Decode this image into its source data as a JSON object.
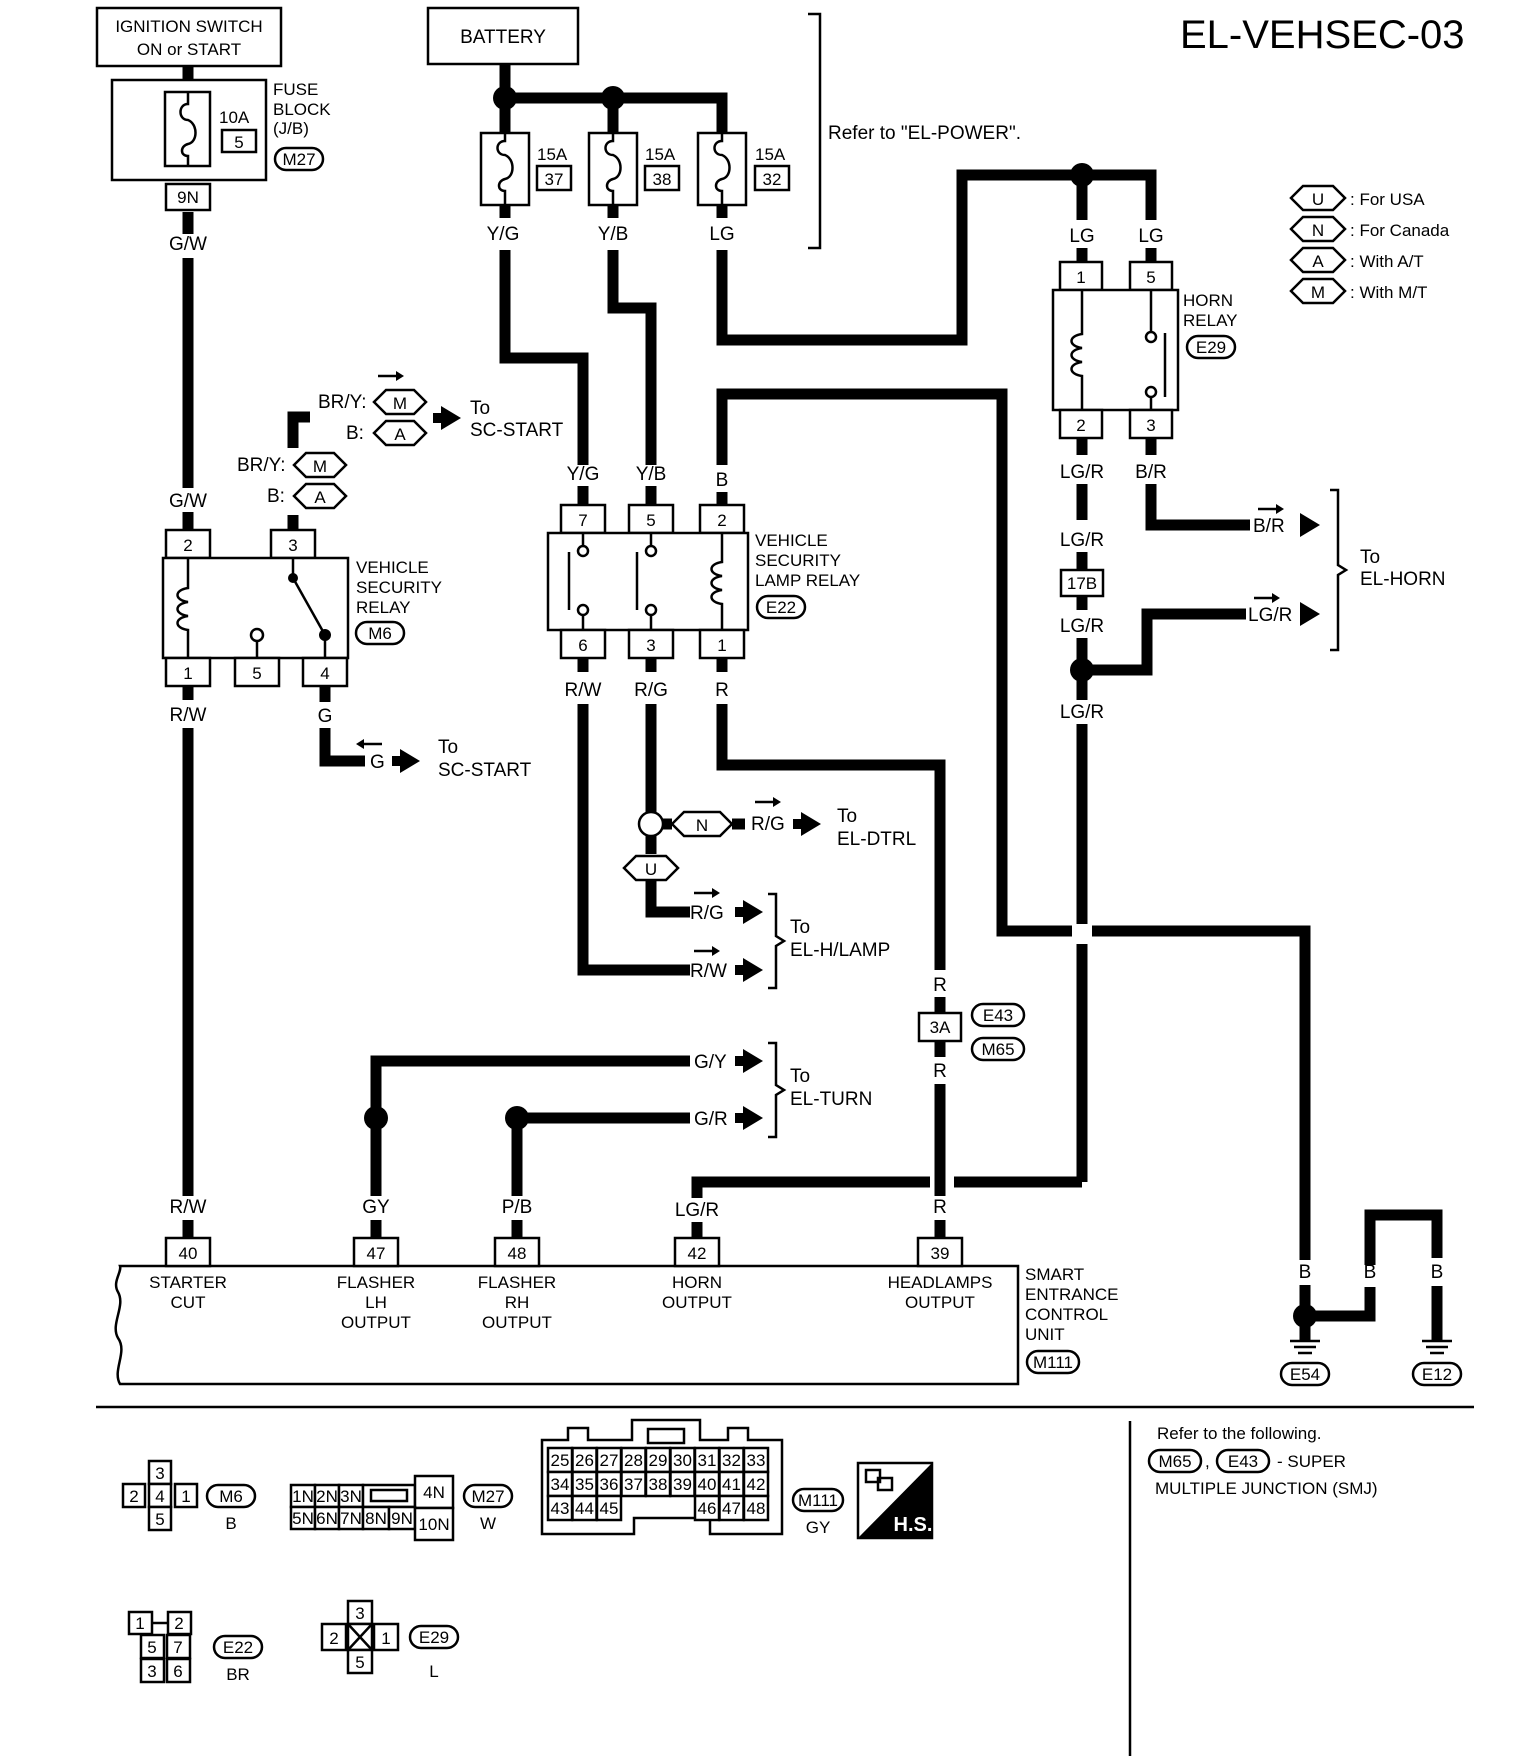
{
  "title": "EL-VEHSEC-03",
  "ignition": "IGNITION SWITCH ON or START",
  "ignition_lines": [
    "IGNITION SWITCH",
    "ON or START"
  ],
  "battery": "BATTERY",
  "fuse_block": {
    "lines": [
      "FUSE",
      "BLOCK",
      "(J/B)"
    ],
    "connector": "M27",
    "fuse_rating": "10A",
    "fuse_no": "5",
    "terminal": "9N"
  },
  "fuses": [
    {
      "rating": "15A",
      "no": "37",
      "wire": "Y/G"
    },
    {
      "rating": "15A",
      "no": "38",
      "wire": "Y/B"
    },
    {
      "rating": "15A",
      "no": "32",
      "wire": "LG"
    }
  ],
  "refer_power": "Refer to \"EL-POWER\".",
  "legend": [
    {
      "code": "U",
      "desc": ": For USA"
    },
    {
      "code": "N",
      "desc": ": For Canada"
    },
    {
      "code": "A",
      "desc": ": With A/T"
    },
    {
      "code": "M",
      "desc": ": With M/T"
    }
  ],
  "horn_relay": {
    "lines": [
      "HORN",
      "RELAY"
    ],
    "connector": "E29",
    "pins": [
      "1",
      "5",
      "2",
      "3"
    ],
    "wires_in": [
      "LG",
      "LG"
    ],
    "wires_out": [
      "LG/R",
      "B/R"
    ]
  },
  "vehicle_security_relay": {
    "lines": [
      "VEHICLE",
      "SECURITY",
      "RELAY"
    ],
    "connector": "M6",
    "pins": [
      "2",
      "3",
      "1",
      "5",
      "4"
    ],
    "wire_in": "G/W",
    "wire_out": "R/W",
    "wire_g": "G"
  },
  "lamp_relay": {
    "lines": [
      "VEHICLE",
      "SECURITY",
      "LAMP RELAY"
    ],
    "connector": "E22",
    "pins_top": [
      "7",
      "5",
      "2"
    ],
    "pins_bottom": [
      "6",
      "3",
      "1"
    ],
    "wires_top": [
      "Y/G",
      "Y/B",
      "B"
    ],
    "wires_bottom": [
      "R/W",
      "R/G",
      "R"
    ]
  },
  "labels": {
    "gw": "G/W",
    "bry": "BR/Y:",
    "b": "B:",
    "m": "M",
    "a": "A",
    "u": "U",
    "n": "N",
    "to": "To",
    "sc_start": "SC-START",
    "g": "G",
    "rg": "R/G",
    "rw": "R/W",
    "el_dtrl": "EL-DTRL",
    "el_hlamp": "EL-H/LAMP",
    "el_turn": "EL-TURN",
    "el_horn": "EL-HORN",
    "gy_wire": "G/Y",
    "gr_wire": "G/R",
    "br_wire": "B/R",
    "lgr_wire": "LG/R",
    "lgr": "LG/R",
    "r": "R",
    "bw": "B",
    "j17b": "17B",
    "j3a": "3A",
    "e43": "E43",
    "m65": "M65"
  },
  "secu": {
    "lines": [
      "SMART",
      "ENTRANCE",
      "CONTROL",
      "UNIT"
    ],
    "connector": "M111",
    "terminals": [
      {
        "pin": "40",
        "wire": "R/W",
        "lines": [
          "STARTER",
          "CUT"
        ]
      },
      {
        "pin": "47",
        "wire": "GY",
        "lines": [
          "FLASHER",
          "LH",
          "OUTPUT"
        ]
      },
      {
        "pin": "48",
        "wire": "P/B",
        "lines": [
          "FLASHER",
          "RH",
          "OUTPUT"
        ]
      },
      {
        "pin": "42",
        "wire": "LG/R",
        "lines": [
          "HORN",
          "OUTPUT"
        ]
      },
      {
        "pin": "39",
        "wire": "R",
        "lines": [
          "HEADLAMPS",
          "OUTPUT"
        ]
      }
    ]
  },
  "grounds": [
    "E54",
    "E12"
  ],
  "refer_following": {
    "line1": "Refer to the following.",
    "ids": [
      "M65",
      "E43"
    ],
    "line2": "- SUPER",
    "line3": "MULTIPLE JUNCTION (SMJ)"
  },
  "connectors": {
    "m6": {
      "id": "M6",
      "color": "B",
      "pins": [
        "3",
        "2",
        "4",
        "1",
        "5"
      ]
    },
    "m27": {
      "id": "M27",
      "color": "W",
      "top": [
        "1N",
        "2N",
        "3N",
        "4N"
      ],
      "bottom": [
        "5N",
        "6N",
        "7N",
        "8N",
        "9N",
        "10N"
      ]
    },
    "m111": {
      "id": "M111",
      "color": "GY",
      "row1": [
        "25",
        "26",
        "27",
        "28",
        "29",
        "30",
        "31",
        "32",
        "33"
      ],
      "row2": [
        "34",
        "35",
        "36",
        "37",
        "38",
        "39",
        "40",
        "41",
        "42"
      ],
      "row3": [
        "43",
        "44",
        "45",
        "46",
        "47",
        "48"
      ]
    },
    "e22": {
      "id": "E22",
      "color": "BR",
      "pins": [
        "1",
        "2",
        "5",
        "7",
        "3",
        "6"
      ]
    },
    "e29": {
      "id": "E29",
      "color": "L",
      "pins": [
        "3",
        "2",
        "1",
        "5"
      ]
    },
    "hs": "H.S."
  }
}
